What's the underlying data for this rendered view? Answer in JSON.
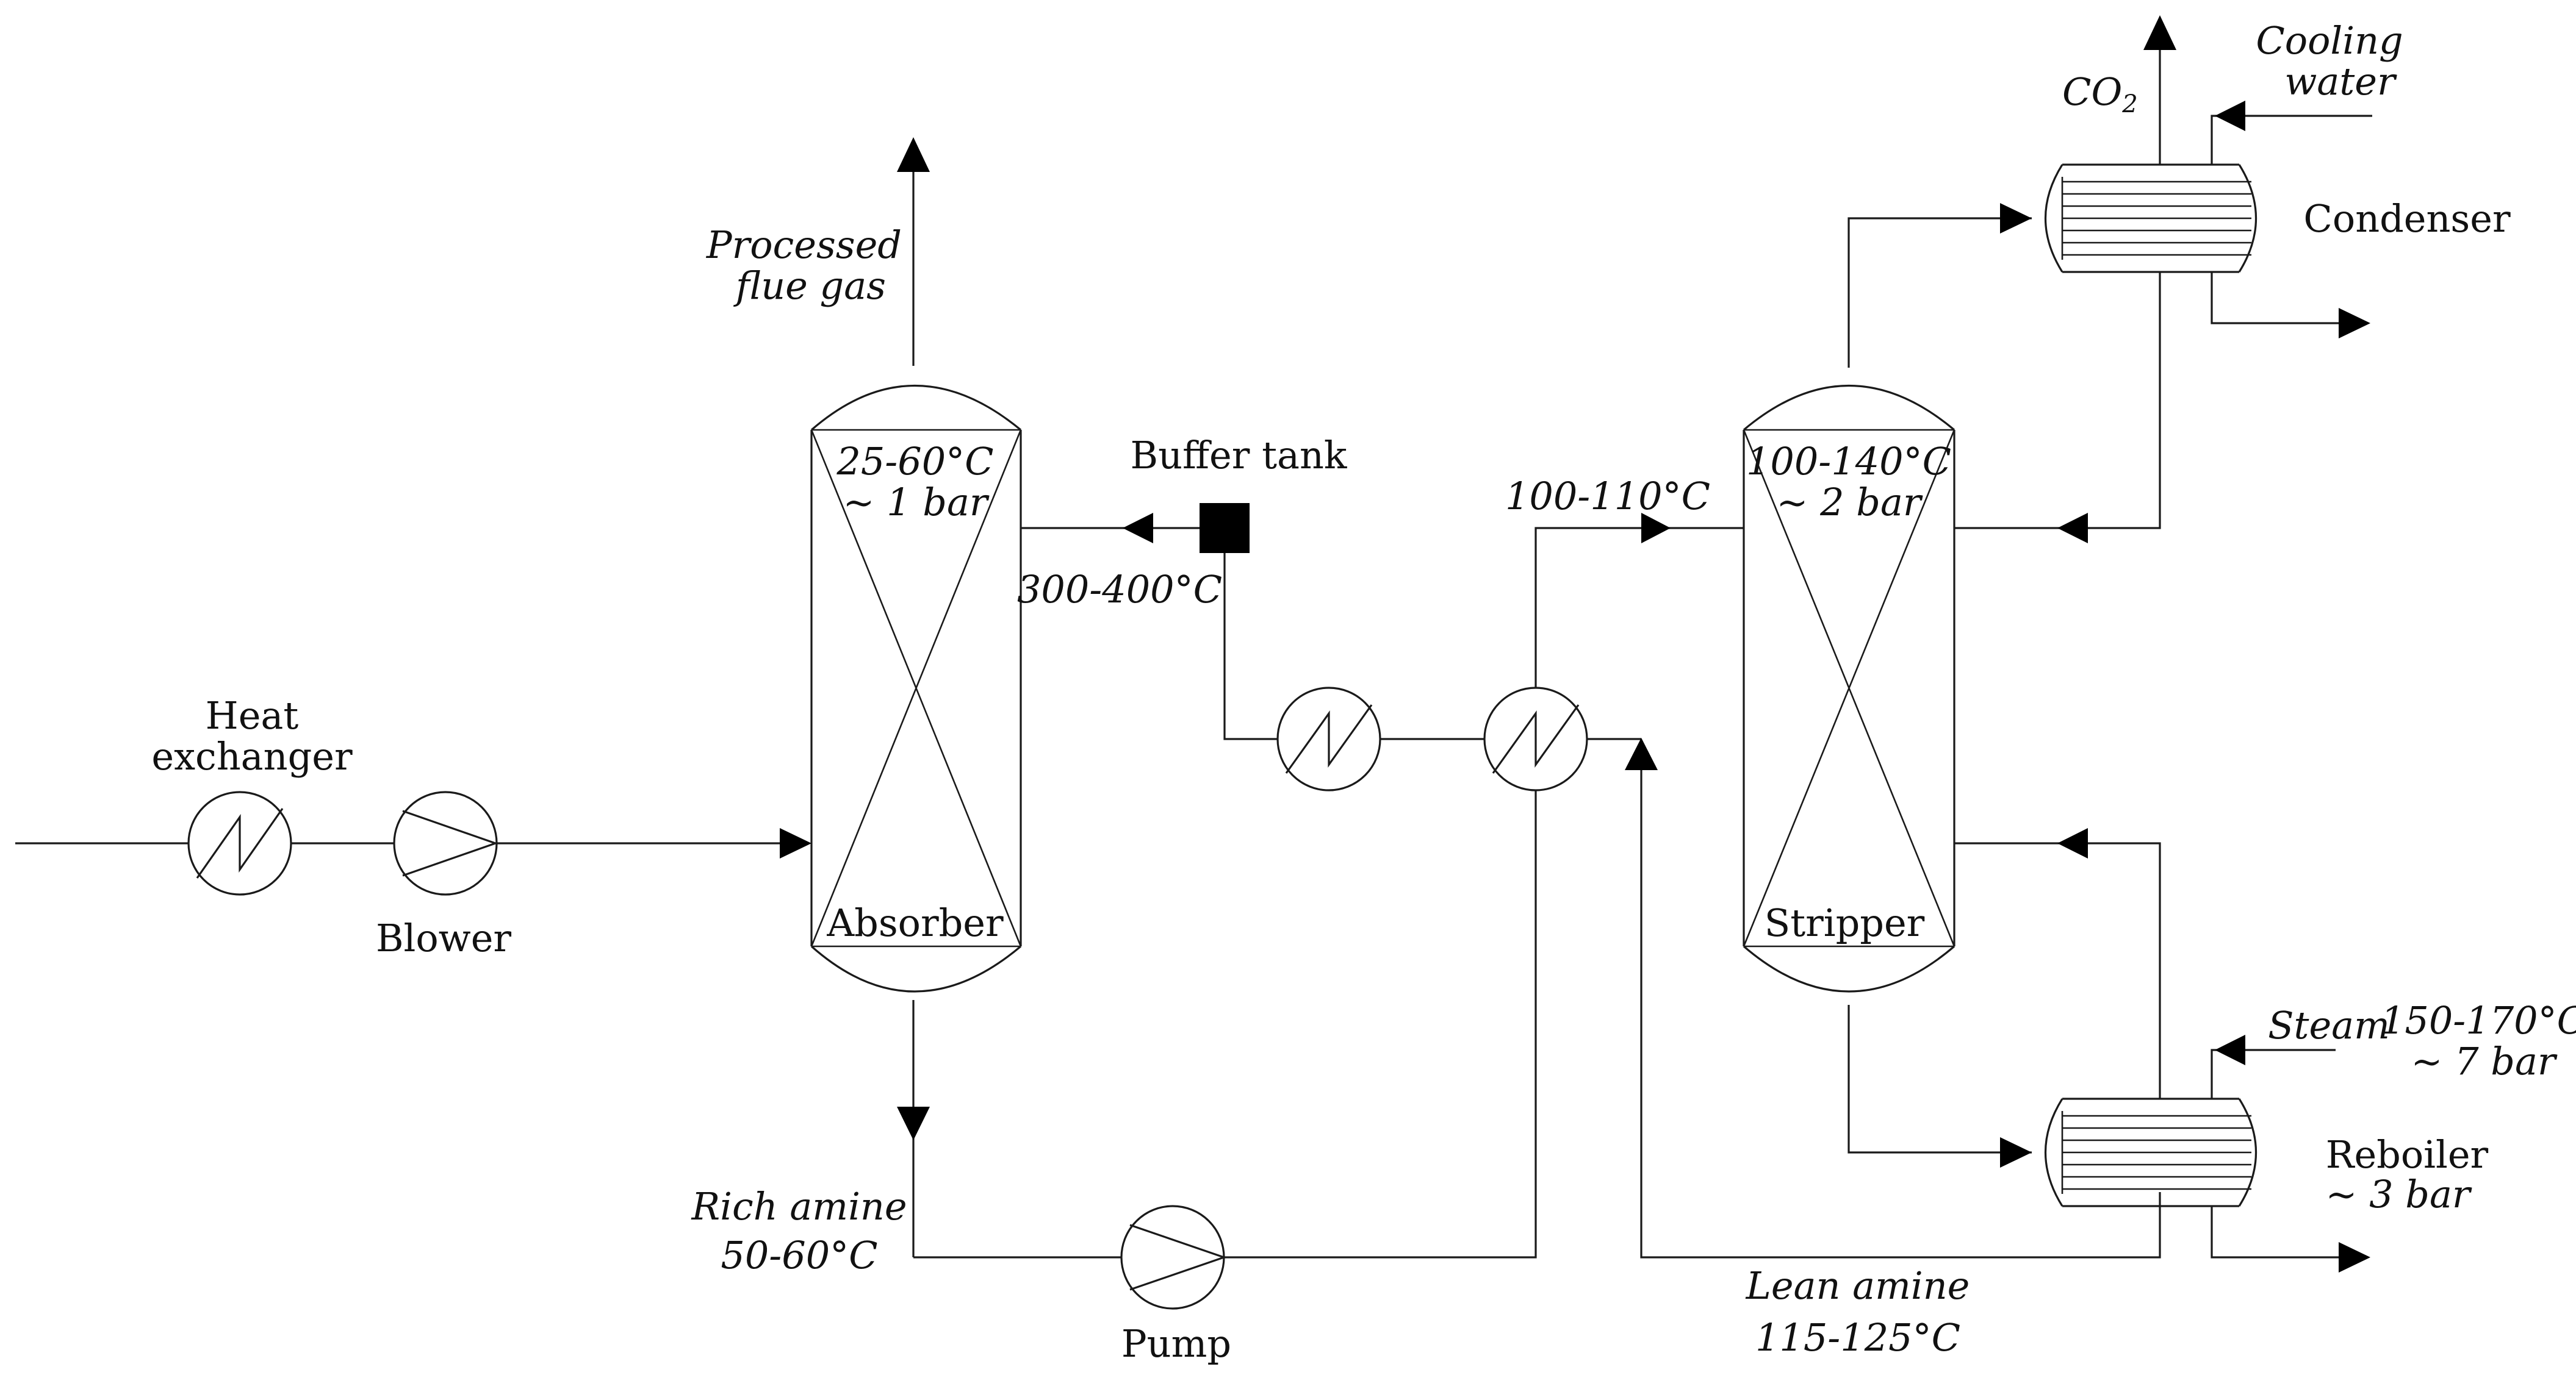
{
  "equipment": {
    "heat_exchanger": "Heat exchanger",
    "heat_exchanger_lines": [
      "Heat",
      "exchanger"
    ],
    "blower": "Blower",
    "absorber": "Absorber",
    "buffer_tank": "Buffer tank",
    "stripper": "Stripper",
    "condenser": "Condenser",
    "reboiler": "Reboiler",
    "pump": "Pump"
  },
  "streams": {
    "processed_flue_gas": [
      "Processed",
      "flue gas"
    ],
    "co2_main": "CO",
    "co2_sub": "2",
    "cooling_water": [
      "Cooling",
      "water"
    ],
    "steam": "Steam",
    "rich_amine": "Rich amine",
    "lean_amine": "Lean amine"
  },
  "conditions": {
    "absorber_temp": "25-60°C",
    "absorber_pressure": "~ 1 bar",
    "stripper_temp": "100-140°C",
    "stripper_pressure": "~ 2 bar",
    "buffer_outlet_temp": "300-400°C",
    "stripper_feed_temp": "100-110°C",
    "steam_temp": "150-170°C",
    "steam_pressure": "~ 7 bar",
    "reboiler_pressure": "~ 3 bar",
    "rich_amine_temp": "50-60°C",
    "lean_amine_temp": "115-125°C"
  }
}
